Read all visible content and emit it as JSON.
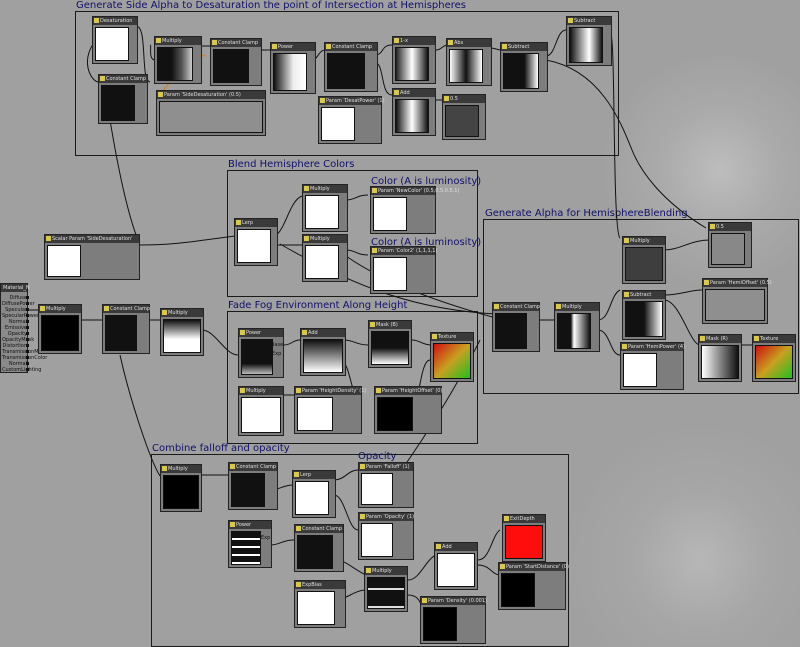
{
  "groups": {
    "side_alpha": "Generate Side Alpha to Desaturation the point of Intersection at Hemispheres",
    "blend_hemi": "Blend Hemisphere Colors",
    "gen_alpha": "Generate Alpha for HemisphereBlending",
    "fade_fog": "Fade Fog Environment Along Height",
    "combine": "Combine falloff and opacity"
  },
  "comments": {
    "color_a1": "Color (A is luminosity)",
    "color_a2": "Color (A is luminosity)",
    "opacity": "Opacity"
  },
  "nodes": {
    "n_desat": "Desaturation",
    "n_const_clamp_1": "Constant Clamp",
    "n_multiply_1": "Multiply",
    "n_param_side_desat": "Param 'SideDesaturation' (0.5)",
    "n_const_clamp_2": "Constant Clamp",
    "n_power_1": "Power",
    "n_const_clamp_3": "Constant Clamp",
    "n_param_desat_power": "Param 'DesatPower' (1)",
    "n_one_minus": "1-x",
    "n_add_1": "Add",
    "n_abs": "Abs",
    "n_sub_1": "0.5",
    "n_subtract_1": "Subtract",
    "n_subtract_2": "Subtract",
    "n_lerp_1": "Lerp",
    "n_multiply_2": "Multiply",
    "n_multiply_3": "Multiply",
    "n_new_color_1": "Param 'NewColor' (0.5,0.5,0.5,1)",
    "n_param_color_2": "Param 'Color2' (1,1,1,1)",
    "n_scalar_desat": "Scalar Param 'SideDesaturation'",
    "n_multiply_4": "Multiply",
    "n_const_clamp_4": "Constant Clamp",
    "n_multiply_5": "Multiply",
    "n_power_2": "Power",
    "n_add_2": "Add",
    "n_mask": "Mask (B)",
    "n_fog_texture": "Texture",
    "n_multiply_6": "Multiply",
    "n_param_height_density": "Param 'HeightDensity' (1)",
    "n_param_height_offset": "Param 'HeightOffset' (0)",
    "n_const_clamp_5": "Constant Clamp",
    "n_multiply_7": "Multiply",
    "n_multiply_8": "Multiply",
    "n_half": "0.5",
    "n_subtract_3": "Subtract",
    "n_param_hemi_offset": "Param 'HemiOffset' (0.5)",
    "n_param_hemi_power": "Param 'HemiPower' (4)",
    "n_mask_2": "Mask (R)",
    "n_texture_2": "Texture",
    "n_multiply_9": "Multiply",
    "n_const_clamp_6": "Constant Clamp",
    "n_lerp_2": "Lerp",
    "n_param_falloff": "Param 'Falloff' (1)",
    "n_param_opacity": "Param 'Opacity' (1)",
    "n_power_3": "Power",
    "n_const_clamp_7": "Constant Clamp",
    "n_exp_bias": "ExpBias",
    "n_multiply_10": "Multiply",
    "n_add_3": "Add",
    "n_param_density": "Param 'Density' (0.001)",
    "n_exit_depth": "ExitDepth",
    "n_param_start_distance": "Param 'StartDistance' (0)",
    "n_power_in_base": "Base",
    "n_power_in_exp": "Exp",
    "n_power3_in_base": "Exp"
  },
  "sidebar": {
    "title": "Material_N",
    "rows": [
      "Diffuse",
      "DiffusePower",
      "Specular",
      "SpecularPower",
      "Normal",
      "Emissive",
      "Opacity",
      "OpacityMask",
      "Distortion",
      "TransmissionMask",
      "TransmissionColor",
      "Normal",
      "CustomLighting"
    ]
  },
  "colors": {
    "canvas": "#a0a0a0",
    "node_header": "#3a3a3a",
    "wire": "#111111",
    "group_title": "#10106a"
  }
}
